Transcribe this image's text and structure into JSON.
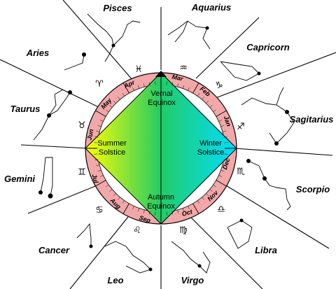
{
  "constellations": [
    {
      "id": "pisces",
      "name": "Pisces"
    },
    {
      "id": "aquarius",
      "name": "Aquarius"
    },
    {
      "id": "aries",
      "name": "Aries"
    },
    {
      "id": "capricorn",
      "name": "Capricorn"
    },
    {
      "id": "taurus",
      "name": "Taurus"
    },
    {
      "id": "sagitarius",
      "name": "Sagitarius"
    },
    {
      "id": "gemini",
      "name": "Gemini"
    },
    {
      "id": "scorpio",
      "name": "Scorpio"
    },
    {
      "id": "cancer",
      "name": "Cancer"
    },
    {
      "id": "libra",
      "name": "Libra"
    },
    {
      "id": "leo",
      "name": "Leo"
    },
    {
      "id": "virgo",
      "name": "Virgo"
    }
  ],
  "months": [
    "Mar",
    "Feb",
    "Jan",
    "Dec",
    "Nov",
    "Oct",
    "Sep",
    "Aug",
    "Jul",
    "Jun",
    "May",
    "Apr"
  ],
  "seasons": {
    "vernal": [
      "Vernal",
      "Equinox"
    ],
    "summer": [
      "Summer",
      "Solstice"
    ],
    "winter": [
      "Winter",
      "Solstice"
    ],
    "autumn": [
      "Autumn",
      "Equinox"
    ]
  },
  "zodiac_symbols": [
    "♓",
    "♒",
    "♑",
    "♐",
    "♏",
    "♎",
    "♍",
    "♌",
    "♋",
    "♊",
    "♉",
    "♈"
  ],
  "colors": {
    "ring": "#f2a8a8",
    "gradient_left": "#ffff00",
    "gradient_mid": "#22cc66",
    "gradient_right": "#00ddff",
    "line": "#000000"
  }
}
